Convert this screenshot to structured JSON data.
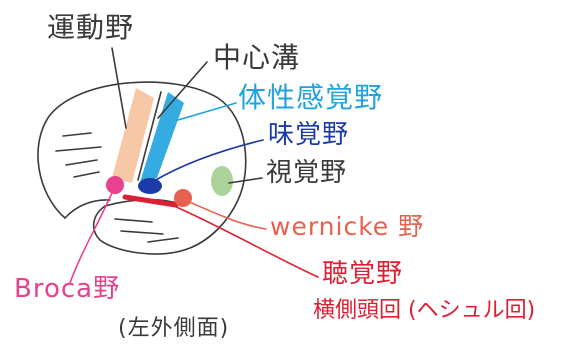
{
  "labels": {
    "motor_area": "運動野",
    "central_sulcus": "中心溝",
    "somatosensory_area": "体性感覚野",
    "gustatory_area": "味覚野",
    "visual_area": "視覚野",
    "wernicke_area": "wernicke 野",
    "auditory_area": "聴覚野",
    "heschl_gyrus": "横側頭回 (ヘシュル回)",
    "broca_area": "Broca野",
    "view": "(左外側面)"
  },
  "colors": {
    "ink": "#3a3a3a",
    "motor_band": "#f5c29c",
    "somatosensory": "#1fa3de",
    "gustatory": "#1b3ca8",
    "visual_patch": "#9cca86",
    "wernicke": "#e8604e",
    "broca": "#e8418f",
    "auditory": "#dc1f32"
  }
}
